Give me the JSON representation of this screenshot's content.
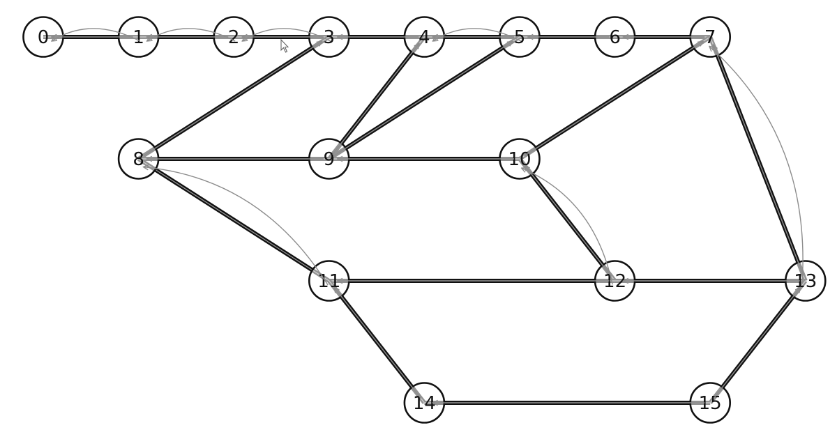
{
  "graph": {
    "nodes": [
      {
        "id": "0",
        "label": "0",
        "row": 0,
        "col": 0
      },
      {
        "id": "1",
        "label": "1",
        "row": 0,
        "col": 1
      },
      {
        "id": "2",
        "label": "2",
        "row": 0,
        "col": 2
      },
      {
        "id": "3",
        "label": "3",
        "row": 0,
        "col": 3
      },
      {
        "id": "4",
        "label": "4",
        "row": 0,
        "col": 4
      },
      {
        "id": "5",
        "label": "5",
        "row": 0,
        "col": 5
      },
      {
        "id": "6",
        "label": "6",
        "row": 0,
        "col": 6
      },
      {
        "id": "7",
        "label": "7",
        "row": 0,
        "col": 7
      },
      {
        "id": "8",
        "label": "8",
        "row": 1,
        "col": 1
      },
      {
        "id": "9",
        "label": "9",
        "row": 1,
        "col": 3
      },
      {
        "id": "10",
        "label": "10",
        "row": 1,
        "col": 5
      },
      {
        "id": "11",
        "label": "11",
        "row": 2,
        "col": 3
      },
      {
        "id": "12",
        "label": "12",
        "row": 2,
        "col": 6
      },
      {
        "id": "13",
        "label": "13",
        "row": 2,
        "col": 8
      },
      {
        "id": "14",
        "label": "14",
        "row": 3,
        "col": 4
      },
      {
        "id": "15",
        "label": "15",
        "row": 3,
        "col": 7
      }
    ],
    "edges": [
      [
        "0",
        "1"
      ],
      [
        "1",
        "2"
      ],
      [
        "2",
        "3"
      ],
      [
        "3",
        "4"
      ],
      [
        "4",
        "5"
      ],
      [
        "5",
        "6"
      ],
      [
        "6",
        "7"
      ],
      [
        "3",
        "8"
      ],
      [
        "4",
        "9"
      ],
      [
        "5",
        "9"
      ],
      [
        "7",
        "10"
      ],
      [
        "8",
        "9"
      ],
      [
        "9",
        "10"
      ],
      [
        "8",
        "11"
      ],
      [
        "10",
        "12"
      ],
      [
        "7",
        "13"
      ],
      [
        "11",
        "12"
      ],
      [
        "12",
        "13"
      ],
      [
        "11",
        "14"
      ],
      [
        "13",
        "15"
      ],
      [
        "14",
        "15"
      ]
    ],
    "arrows": [
      {
        "from": "1",
        "to": "0",
        "curved": false
      },
      {
        "from": "2",
        "to": "1",
        "curved": false
      },
      {
        "from": "3",
        "to": "2",
        "curved": false
      },
      {
        "from": "4",
        "to": "3",
        "curved": false
      },
      {
        "from": "5",
        "to": "4",
        "curved": false
      },
      {
        "from": "6",
        "to": "5",
        "curved": false
      },
      {
        "from": "7",
        "to": "6",
        "curved": false
      },
      {
        "from": "8",
        "to": "3",
        "curved": false
      },
      {
        "from": "9",
        "to": "4",
        "curved": false
      },
      {
        "from": "9",
        "to": "5",
        "curved": false
      },
      {
        "from": "9",
        "to": "8",
        "curved": false
      },
      {
        "from": "10",
        "to": "9",
        "curved": false
      },
      {
        "from": "10",
        "to": "7",
        "curved": false
      },
      {
        "from": "12",
        "to": "10",
        "curved": false
      },
      {
        "from": "12",
        "to": "11",
        "curved": false
      },
      {
        "from": "13",
        "to": "12",
        "curved": false
      },
      {
        "from": "13",
        "to": "7",
        "curved": false
      },
      {
        "from": "14",
        "to": "11",
        "curved": false
      },
      {
        "from": "15",
        "to": "14",
        "curved": false
      },
      {
        "from": "15",
        "to": "13",
        "curved": false
      },
      {
        "from": "1",
        "to": "0",
        "curved": true
      },
      {
        "from": "2",
        "to": "1",
        "curved": true
      },
      {
        "from": "3",
        "to": "2",
        "curved": true
      },
      {
        "from": "5",
        "to": "4",
        "curved": true
      },
      {
        "from": "11",
        "to": "8",
        "curved": true
      },
      {
        "from": "12",
        "to": "10",
        "curved": true
      },
      {
        "from": "13",
        "to": "7",
        "curved": true
      }
    ],
    "colors": {
      "edge": "#111111",
      "edge_core": "#9a9a9a",
      "arrow": "#8c8c8c",
      "node_fill": "#ffffff",
      "node_stroke": "#111111"
    }
  },
  "cursor": {
    "icon": "mouse-pointer-icon"
  }
}
